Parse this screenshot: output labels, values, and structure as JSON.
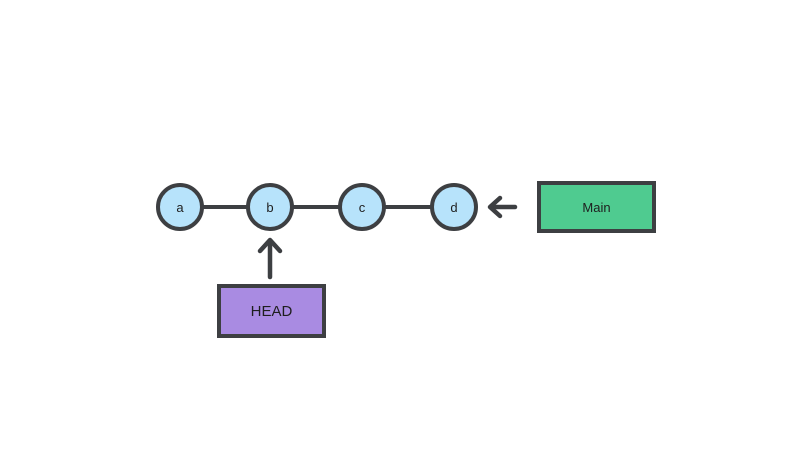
{
  "diagram": {
    "type": "git-commit-graph",
    "nodes": [
      {
        "id": "a",
        "label": "a"
      },
      {
        "id": "b",
        "label": "b"
      },
      {
        "id": "c",
        "label": "c"
      },
      {
        "id": "d",
        "label": "d"
      }
    ],
    "edges": [
      {
        "from": "a",
        "to": "b"
      },
      {
        "from": "b",
        "to": "c"
      },
      {
        "from": "c",
        "to": "d"
      }
    ],
    "branch_pointer": {
      "label": "Main",
      "points_to": "d",
      "icon": "left-arrow-icon"
    },
    "head_pointer": {
      "label": "HEAD",
      "points_to": "b",
      "icon": "up-arrow-icon"
    }
  },
  "colors": {
    "bg": "#ffffff",
    "stroke": "#3d3f42",
    "node-fill": "#b7e3fb",
    "main-fill": "#4fcb90",
    "head-fill": "#a98be2",
    "text": "#1e1e1e"
  }
}
